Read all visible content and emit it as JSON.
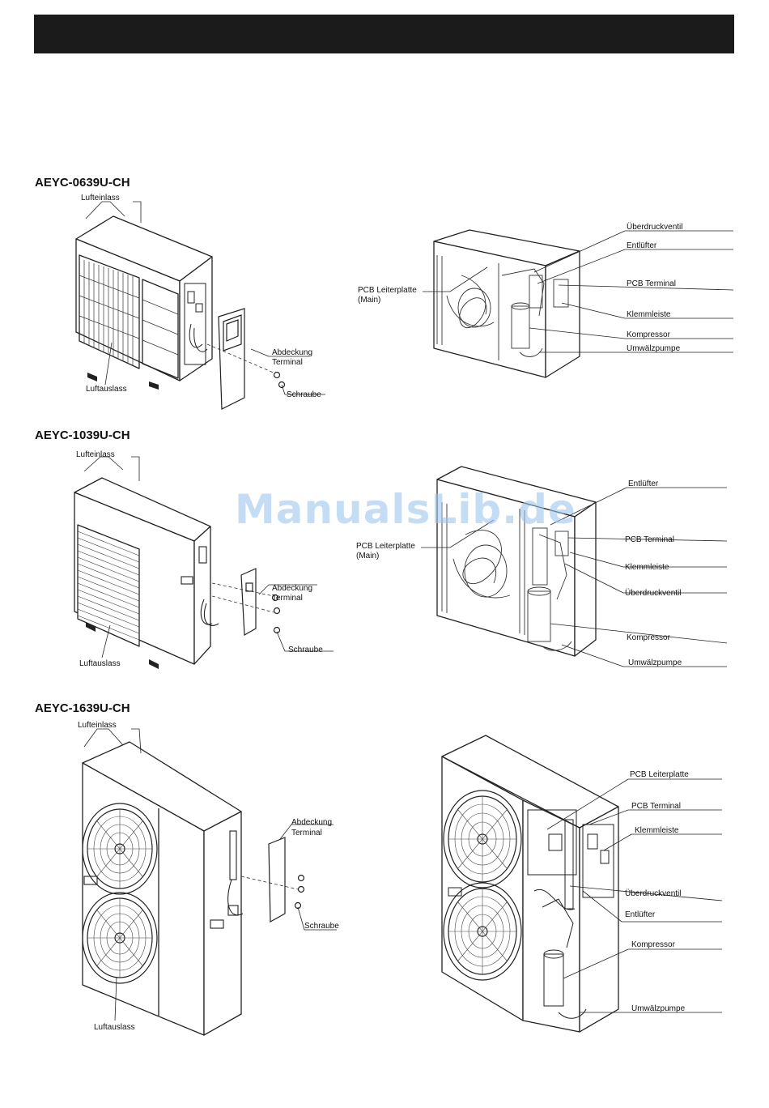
{
  "watermark": "ManualsLib.de",
  "sections": [
    {
      "model": "AEYC-0639U-CH",
      "exterior_labels": {
        "air_inlet": "Lufteinlass",
        "air_outlet": "Luftauslass",
        "cover": "Abdeckung",
        "terminal": "Terminal",
        "screw": "Schraube"
      },
      "interior_labels": {
        "pcb_line1": "PCB Leiterplatte",
        "pcb_line2": "(Main)",
        "overpressure_valve": "Überdruckventil",
        "air_vent": "Entlüfter",
        "pcb_terminal": "PCB Terminal",
        "terminal_block": "Klemmleiste",
        "compressor": "Kompressor",
        "circulation_pump": "Umwälzpumpe"
      }
    },
    {
      "model": "AEYC-1039U-CH",
      "exterior_labels": {
        "air_inlet": "Lufteinlass",
        "air_outlet": "Luftauslass",
        "cover": "Abdeckung",
        "terminal": "Terminal",
        "screw": "Schraube"
      },
      "interior_labels": {
        "pcb_line1": "PCB Leiterplatte",
        "pcb_line2": "(Main)",
        "air_vent": "Entlüfter",
        "pcb_terminal": "PCB Terminal",
        "terminal_block": "Klemmleiste",
        "overpressure_valve": "Überdruckventil",
        "compressor": "Kompressor",
        "circulation_pump": "Umwälzpumpe"
      }
    },
    {
      "model": "AEYC-1639U-CH",
      "exterior_labels": {
        "air_inlet": "Lufteinlass",
        "air_outlet": "Luftauslass",
        "cover": "Abdeckung",
        "terminal": "Terminal",
        "screw": "Schraube"
      },
      "interior_labels": {
        "pcb": "PCB Leiterplatte",
        "pcb_terminal": "PCB Terminal",
        "terminal_block": "Klemmleiste",
        "overpressure_valve": "Überdruckventil",
        "air_vent": "Entlüfter",
        "compressor": "Kompressor",
        "circulation_pump": "Umwälzpumpe"
      }
    }
  ]
}
